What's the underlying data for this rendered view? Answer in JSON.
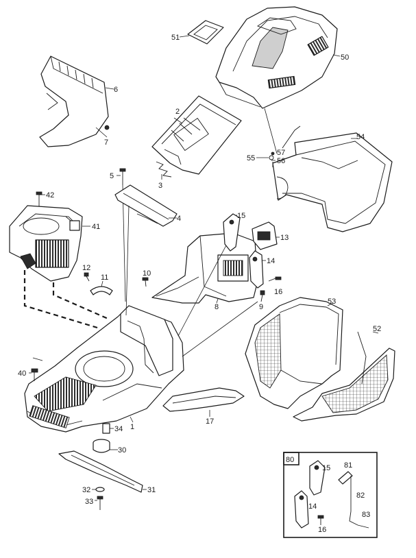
{
  "callouts": {
    "p1": "1",
    "p2": "2",
    "p3": "3",
    "p4": "4",
    "p5": "5",
    "p6": "6",
    "p7": "7",
    "p8": "8",
    "p9": "9",
    "p10": "10",
    "p11": "11",
    "p12": "12",
    "p13": "13",
    "p14": "14",
    "p15": "15",
    "p16": "16",
    "p17": "17",
    "p30": "30",
    "p31": "31",
    "p32": "32",
    "p33": "33",
    "p34": "34",
    "p40": "40",
    "p41": "41",
    "p42": "42",
    "p50": "50",
    "p51": "51",
    "p52": "52",
    "p53": "53",
    "p54": "54",
    "p55": "55",
    "p56": "56",
    "p57": "57"
  },
  "inset": {
    "title": "80",
    "p15": "15",
    "p14": "14",
    "p16": "16",
    "p81": "81",
    "p82": "82",
    "p83": "83"
  },
  "icons": {
    "mesh": "mesh-pattern",
    "bolt": "bolt-icon"
  }
}
